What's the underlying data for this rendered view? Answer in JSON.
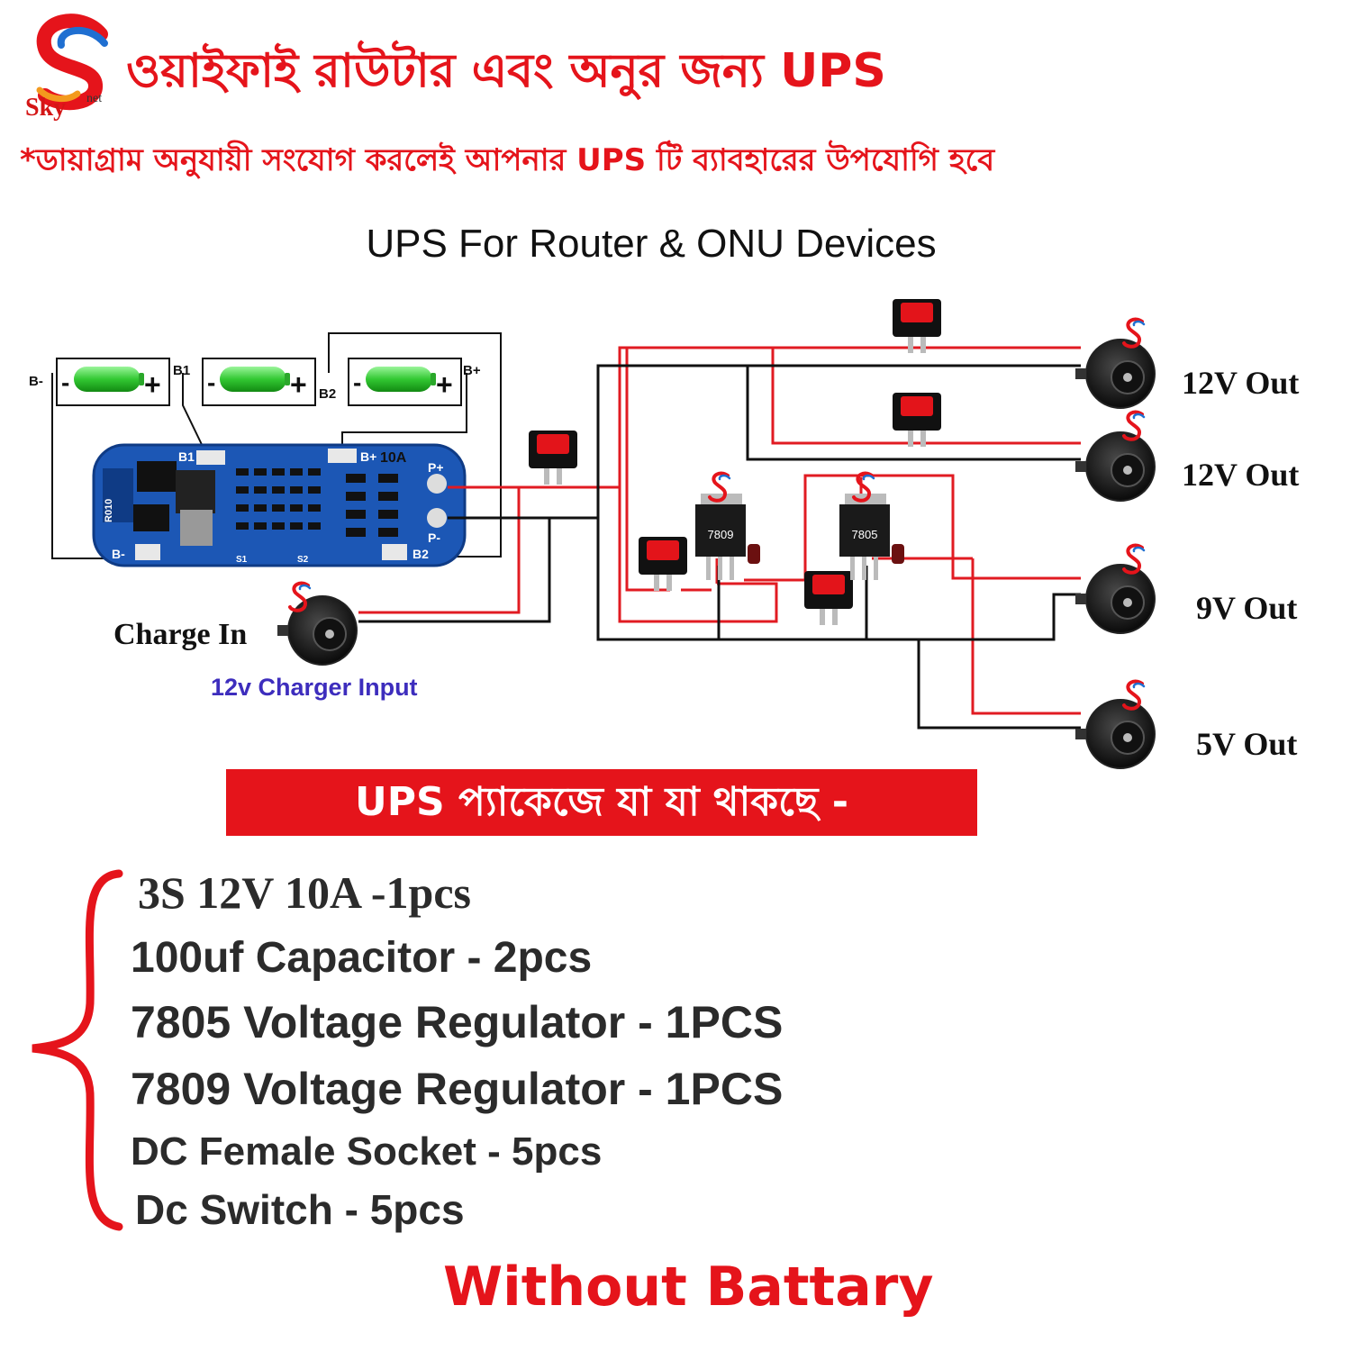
{
  "header": {
    "logo_text": "Sky",
    "logo_sup": "net",
    "title_bn": "ওয়াইফাই রাউটার এবং অনুর জন্য UPS",
    "subtitle_bn": "*ডায়াগ্রাম অনুযায়ী সংযোগ করলেই আপনার UPS টি ব্যাবহারের উপযোগি হবে"
  },
  "diagram": {
    "title": "UPS For Router & ONU Devices",
    "battery_labels": {
      "b_minus": "B-",
      "b1": "B1",
      "b2": "B2",
      "b_plus": "B+",
      "minus": "-",
      "plus": "+"
    },
    "bms": {
      "b1": "B1",
      "b_plus": "B+",
      "rating": "10A",
      "p_plus": "P+",
      "p_minus": "P-",
      "b_minus": "B-",
      "b2": "B2",
      "s1": "S1",
      "s2": "S2",
      "r010": "R010"
    },
    "regulators": [
      {
        "label": "7809",
        "logo": "Sky"
      },
      {
        "label": "7805",
        "logo": "Sky"
      }
    ],
    "outputs": [
      "12V Out",
      "12V Out",
      "9V Out",
      "5V Out"
    ],
    "charge_in": "Charge In",
    "charger_input": "12v Charger Input"
  },
  "package": {
    "banner_bn": "UPS প্যাকেজে যা যা থাকছে -",
    "items": [
      "3S 12V 10A -1pcs",
      "100uf Capacitor   - 2pcs",
      "7805 Voltage Regulator  -  1PCS",
      "7809 Voltage Regulator  - 1PCS",
      "DC Female Socket - 5pcs",
      "Dc Switch - 5pcs"
    ],
    "note": "Without Battary"
  },
  "colors": {
    "accent_red": "#e5141b",
    "wire_red": "#e11b22",
    "wire_black": "#111111",
    "pcb_blue": "#1c57b5",
    "battery_green": "#3bd23b",
    "charger_text": "#3d2dbd"
  }
}
